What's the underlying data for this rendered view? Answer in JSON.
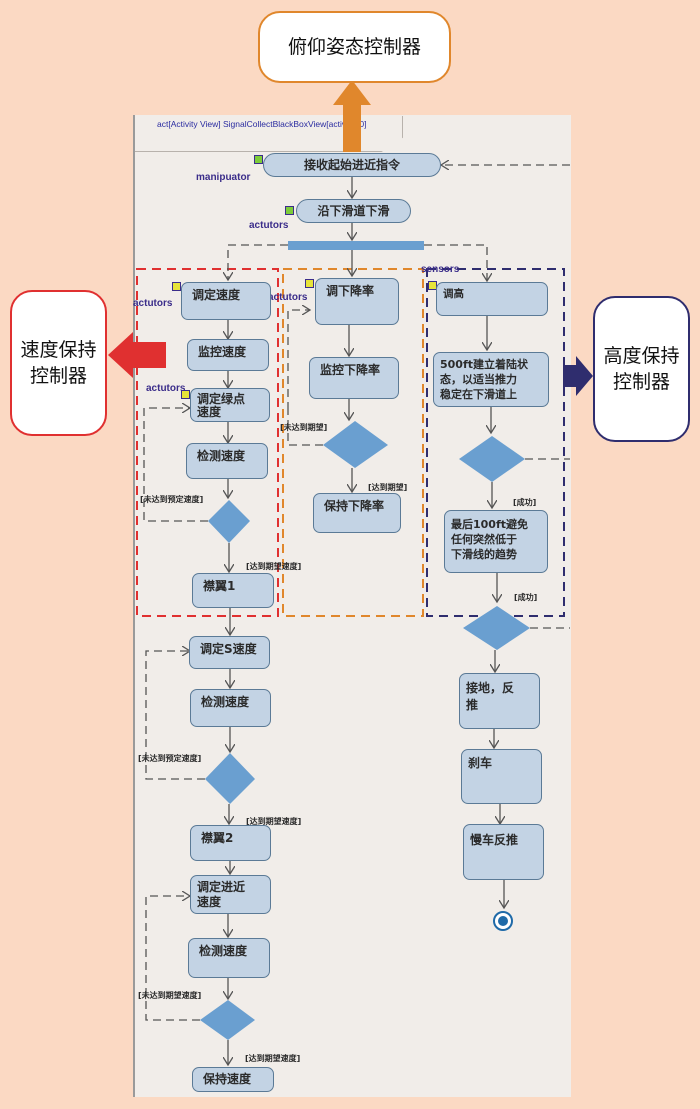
{
  "colors": {
    "page_bg": "#fbd9c3",
    "panel_bg": "#f1ede9",
    "node_fill": "#c3d3e4",
    "node_border": "#5b7a96",
    "decision_fill": "#6a9fd0",
    "speed_group": "#e03030",
    "descent_group": "#e0872c",
    "altitude_group": "#2f2d6e",
    "role_text": "#3b2d8a"
  },
  "frame": {
    "title": "act[Activity View] SignalCollectBlackBoxView[activity_0]"
  },
  "callouts": {
    "pitch": "俯仰姿态控制器",
    "speed_line1": "速度保持",
    "speed_line2": "控制器",
    "altitude_line1": "高度保持",
    "altitude_line2": "控制器"
  },
  "roles": {
    "manipulator": "manipuator",
    "actutors_1": "actutors",
    "actutors_2": "actutors",
    "actutors_3": "actutors",
    "actutors_4": "actutors",
    "sensors": "sensors"
  },
  "nodes": {
    "receive_start": "接收起始进近指令",
    "glide_down": "沿下滑道下滑",
    "set_speed": "调定速度",
    "monitor_speed": "监控速度",
    "set_green_speed_l1": "调定绿点",
    "set_green_speed_l2": "速度",
    "check_speed_1": "检测速度",
    "flap_1": "襟翼1",
    "set_s_speed": "调定S速度",
    "check_speed_2": "检测速度",
    "flap_2": "襟翼2",
    "set_approach_speed_l1": "调定进近",
    "set_approach_speed_l2": "速度",
    "check_speed_3": "检测速度",
    "hold_speed": "保持速度",
    "set_descent_rate": "调下降率",
    "monitor_descent_rate": "监控下降率",
    "hold_descent_rate": "保持下降率",
    "adjust_altitude": "调高",
    "landing_state_l1": "500ft建立着陆状",
    "landing_state_l2": "态，以适当推力",
    "landing_state_l3": "稳定在下滑道上",
    "avoid_sink_l1": "最后100ft避免",
    "avoid_sink_l2": "任何突然低于",
    "avoid_sink_l3": "下滑线的趋势",
    "touchdown_l1": "接地，反",
    "touchdown_l2": "推",
    "brake": "刹车",
    "slow_reverse": "慢车反推"
  },
  "guards": {
    "not_target_speed_1": "[未达到预定速度]",
    "reached_expected_speed_1": "[达到期望速度]",
    "not_expected_1": "[未达到期望]",
    "reached_expected_1": "[达到期望]",
    "success_1": "[成功]",
    "success_2": "[成功]",
    "not_target_speed_2": "[未达到预定速度]",
    "reached_expected_speed_2": "[达到期望速度]",
    "not_expected_speed_3": "[未达到期望速度]",
    "reached_expected_speed_3": "[达到期望速度]"
  }
}
